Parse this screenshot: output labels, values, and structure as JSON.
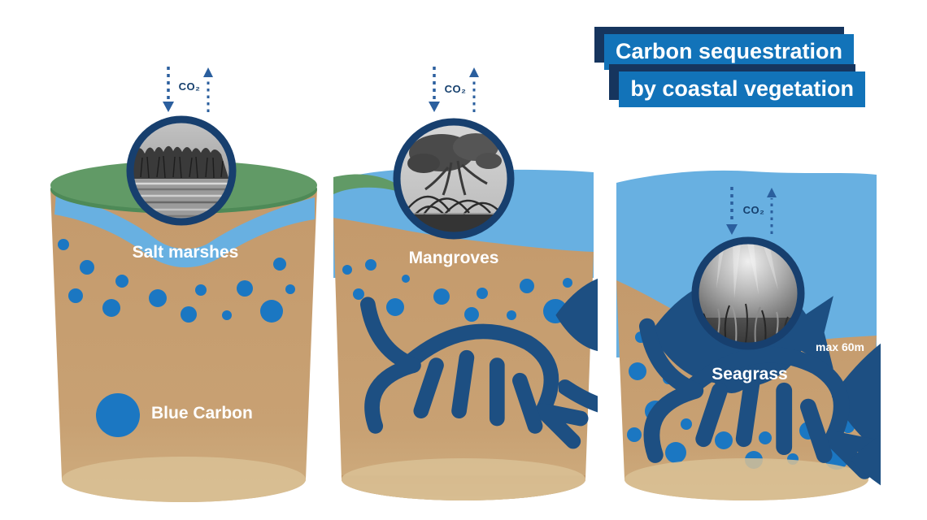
{
  "title": {
    "line1": "Carbon sequestration",
    "line2": "by coastal vegetation"
  },
  "co2_label": "CO₂",
  "panels": {
    "salt_marshes": {
      "label": "Salt marshes",
      "annotation": "Blue Carbon"
    },
    "mangroves": {
      "label": "Mangroves"
    },
    "seagrass": {
      "label": "Seagrass",
      "depth_note": "max 60m"
    }
  },
  "colors": {
    "water": "#68b0e1",
    "sand": "#c49a6c",
    "sand_deep": "#cfae80",
    "sand_light": "#d9c195",
    "grass_green": "#619a66",
    "grass_green_dark": "#4e8a57",
    "dot_blue": "#1b77c2",
    "ring_navy": "#173f6e",
    "fauna_navy": "#1d4f82",
    "arrow_blue": "#2b5f9e",
    "arrow_navy": "#16406e",
    "title_blue": "#1273b9",
    "title_navy": "#16355e"
  },
  "carbon_dots": {
    "salt_marshes": [
      [
        23,
        221,
        7
      ],
      [
        52,
        249,
        9
      ],
      [
        95,
        266,
        8
      ],
      [
        38,
        284,
        9
      ],
      [
        82,
        299,
        11
      ],
      [
        139,
        287,
        11
      ],
      [
        177,
        307,
        10
      ],
      [
        192,
        277,
        7
      ],
      [
        224,
        308,
        6
      ],
      [
        246,
        275,
        10
      ],
      [
        279,
        303,
        14
      ],
      [
        289,
        245,
        8
      ],
      [
        302,
        276,
        6
      ],
      [
        90,
        431,
        27
      ]
    ],
    "mangroves": [
      [
        22,
        252,
        6
      ],
      [
        51,
        246,
        7
      ],
      [
        94,
        263,
        5
      ],
      [
        36,
        282,
        7
      ],
      [
        81,
        298,
        11
      ],
      [
        138,
        285,
        10
      ],
      [
        175,
        307,
        9
      ],
      [
        188,
        281,
        7
      ],
      [
        224,
        308,
        6
      ],
      [
        243,
        272,
        9
      ],
      [
        278,
        303,
        15
      ],
      [
        293,
        268,
        6
      ]
    ],
    "seagrass": [
      [
        35,
        220,
        7
      ],
      [
        31,
        262,
        11
      ],
      [
        69,
        271,
        7
      ],
      [
        53,
        311,
        13
      ],
      [
        27,
        340,
        9
      ],
      [
        91,
        327,
        7
      ],
      [
        78,
        362,
        13
      ],
      [
        137,
        347,
        11
      ],
      [
        174,
        371,
        11
      ],
      [
        188,
        344,
        8
      ],
      [
        222,
        370,
        7
      ],
      [
        241,
        335,
        11
      ],
      [
        290,
        330,
        8
      ],
      [
        276,
        368,
        15
      ]
    ]
  }
}
